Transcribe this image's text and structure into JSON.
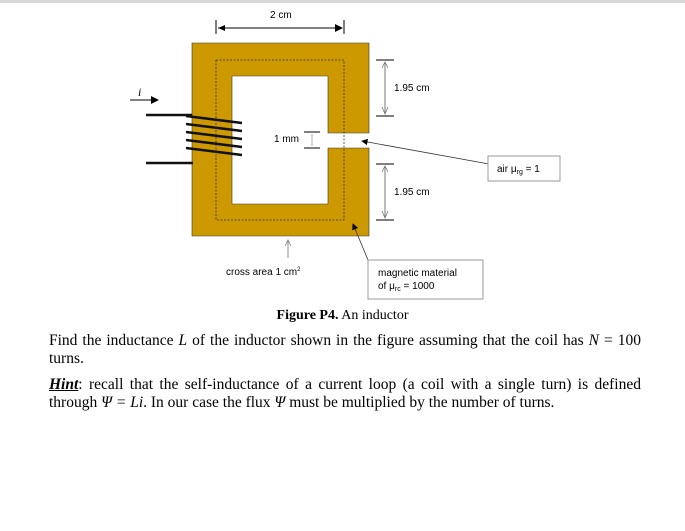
{
  "figure": {
    "width_label": "2 cm",
    "upper_height_label": "1.95 cm",
    "lower_height_label": "1.95 cm",
    "gap_label": "1 mm",
    "current_label": "i",
    "cross_area_label": "cross area 1 cm",
    "cross_area_sup": "2",
    "air_label": "air μ",
    "air_sub": "rg",
    "air_value": " = 1",
    "material_line1": "magnetic material",
    "material_line2_prefix": "of μ",
    "material_sub": "rc",
    "material_value": " = 1000",
    "core_color": "#cc9900"
  },
  "caption": {
    "number": "Figure P4.",
    "text": " An inductor"
  },
  "problem": {
    "p1_a": "Find the inductance ",
    "p1_L": "L",
    "p1_b": " of the inductor shown in the figure assuming that the coil has ",
    "p1_N": "N",
    "p1_c": " = 100 turns.",
    "hint_label": "Hint",
    "hint_a": ": recall that the self-inductance of a current loop (a coil with a single turn) is defined through ",
    "hint_eq": "Ψ = Li",
    "hint_b": ". In our case the flux ",
    "hint_psi": "Ψ",
    "hint_c": " must be multiplied by the number of turns."
  }
}
